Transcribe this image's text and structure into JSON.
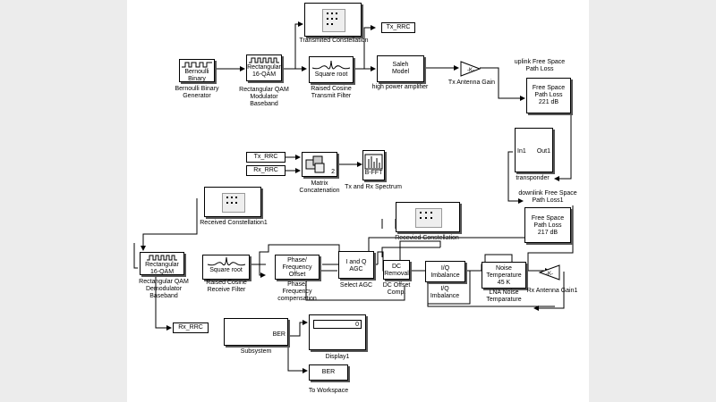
{
  "blocks": {
    "bernoulli": {
      "inner": "Bernoulli\nBinary",
      "caption": "Bernoulli Binary\nGenerator"
    },
    "qam_mod": {
      "inner": "Rectangular\n16-QAM",
      "caption": "Rectangular QAM\nModulator\nBaseband"
    },
    "tx_filter": {
      "inner": "Square root",
      "caption": "Raised Cosine\nTransmit Filter"
    },
    "tx_scope": {
      "caption": "Transmited Constellation"
    },
    "saleh": {
      "inner": "Saleh\nModel",
      "caption": "high power amplifier"
    },
    "tx_gain": {
      "inner": "-K-",
      "caption": "Tx Antenna Gain"
    },
    "uplink_fspl": {
      "inner": "Free Space\nPath Loss\n221 dB",
      "caption": "uplink Free Space\nPath Loss"
    },
    "transponder": {
      "in": "In1",
      "out": "Out1",
      "caption": "transponder"
    },
    "downlink_fspl": {
      "inner": "Free Space\nPath Loss\n217 dB",
      "caption": "downlink Free Space\nPath Loss1"
    },
    "matrix_concat": {
      "caption": "Matrix\nConcatenation",
      "port": "2"
    },
    "spectrum": {
      "inner": "B-FFT",
      "caption": "Tx and Rx Spectrum"
    },
    "rx_scope1": {
      "caption": "Received Constellation1"
    },
    "qam_demod": {
      "inner": "Rectangular\n16-QAM",
      "caption": "Rectangular QAM\nDemodulator\nBaseband"
    },
    "rx_filter": {
      "inner": "Square root",
      "caption": "Raised Cosine\nReceive Filter"
    },
    "phase_offset": {
      "inner": "Phase/\nFrequency\nOffset",
      "caption": "Phase/\nFrequency\ncompensation"
    },
    "agc": {
      "inner": "I and Q\nAGC",
      "caption": "Select AGC"
    },
    "dc_removal": {
      "inner": "DC\nRemoval",
      "caption": "DC Offset\nComp."
    },
    "iq_imbalance": {
      "inner": "I/Q\nImbalance",
      "caption": "I/Q\nImbalance"
    },
    "noise_temp": {
      "inner": "Noise\nTemperature\n45 K",
      "caption": "LNA Noise\nTemparature"
    },
    "rx_gain": {
      "inner": "-K-",
      "caption": "Rx Antenna Gain1"
    },
    "rx_scope": {
      "caption": "Recevied Constellation"
    },
    "subsystem": {
      "port": "BER",
      "caption": "Subsystem"
    },
    "display": {
      "value": "0",
      "caption": "Display1"
    },
    "to_workspace": {
      "inner": "BER",
      "caption": "To Workspace"
    }
  },
  "tags": {
    "tx_rrc_out": "Tx_RRC",
    "tx_rrc_in": "Tx_RRC",
    "rx_rrc_in": "Rx_RRC",
    "rx_rrc_out": "Rx_RRC"
  }
}
